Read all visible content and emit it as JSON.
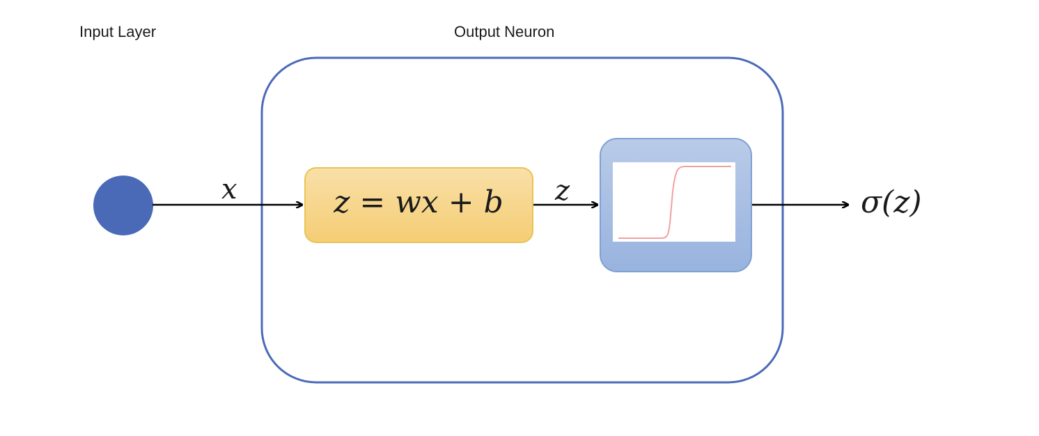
{
  "labels": {
    "input_layer": "Input Layer",
    "output_neuron": "Output Neuron"
  },
  "edges": {
    "input_to_linear": "x",
    "linear_to_activation": "z",
    "output": "σ(z)"
  },
  "linear_node": {
    "formula": "z = wx + b"
  },
  "colors": {
    "input_node": "#4a6ab8",
    "neuron_border": "#4a6ab8",
    "linear_fill_top": "#f9dfa2",
    "linear_fill_bottom": "#f5cf79",
    "linear_border": "#e8c455",
    "activation_fill": "#a7bde2",
    "activation_border": "#7f9fd4",
    "sigmoid_curve": "#f2a0a0",
    "arrow": "#000000"
  }
}
